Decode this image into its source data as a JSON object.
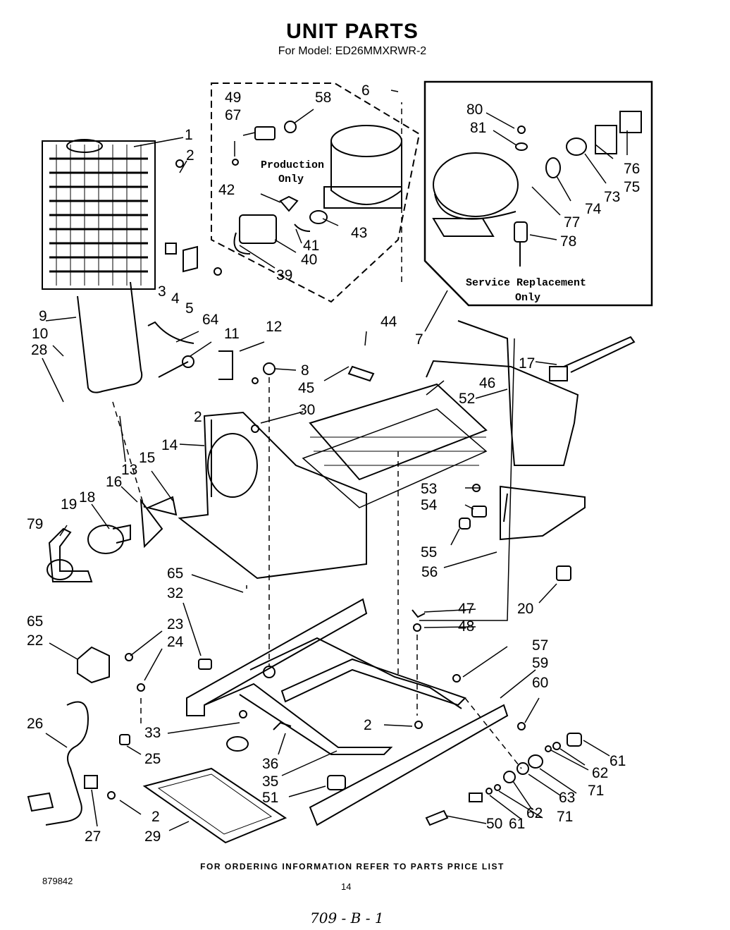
{
  "header": {
    "title": "UNIT PARTS",
    "subtitle": "For Model: ED26MMXRWR-2"
  },
  "boxes": {
    "production_label": "Production",
    "production_label_2": "Only",
    "service_label": "Service Replacement",
    "service_label_2": "Only"
  },
  "callouts": [
    {
      "id": "c1",
      "label": "1"
    },
    {
      "id": "c2a",
      "label": "2"
    },
    {
      "id": "c3",
      "label": "3"
    },
    {
      "id": "c4",
      "label": "4"
    },
    {
      "id": "c5",
      "label": "5"
    },
    {
      "id": "c6",
      "label": "6"
    },
    {
      "id": "c7",
      "label": "7"
    },
    {
      "id": "c8",
      "label": "8"
    },
    {
      "id": "c9",
      "label": "9"
    },
    {
      "id": "c10",
      "label": "10"
    },
    {
      "id": "c11",
      "label": "11"
    },
    {
      "id": "c12",
      "label": "12"
    },
    {
      "id": "c13",
      "label": "13"
    },
    {
      "id": "c14",
      "label": "14"
    },
    {
      "id": "c15",
      "label": "15"
    },
    {
      "id": "c16",
      "label": "16"
    },
    {
      "id": "c17",
      "label": "17"
    },
    {
      "id": "c18",
      "label": "18"
    },
    {
      "id": "c19",
      "label": "19"
    },
    {
      "id": "c20",
      "label": "20"
    },
    {
      "id": "c22",
      "label": "22"
    },
    {
      "id": "c23",
      "label": "23"
    },
    {
      "id": "c24",
      "label": "24"
    },
    {
      "id": "c25",
      "label": "25"
    },
    {
      "id": "c26",
      "label": "26"
    },
    {
      "id": "c27",
      "label": "27"
    },
    {
      "id": "c28",
      "label": "28"
    },
    {
      "id": "c29",
      "label": "29"
    },
    {
      "id": "c30",
      "label": "30"
    },
    {
      "id": "c32",
      "label": "32"
    },
    {
      "id": "c33",
      "label": "33"
    },
    {
      "id": "c35",
      "label": "35"
    },
    {
      "id": "c36",
      "label": "36"
    },
    {
      "id": "c39",
      "label": "39"
    },
    {
      "id": "c40",
      "label": "40"
    },
    {
      "id": "c41",
      "label": "41"
    },
    {
      "id": "c42",
      "label": "42"
    },
    {
      "id": "c43",
      "label": "43"
    },
    {
      "id": "c44",
      "label": "44"
    },
    {
      "id": "c45",
      "label": "45"
    },
    {
      "id": "c46",
      "label": "46"
    },
    {
      "id": "c47",
      "label": "47"
    },
    {
      "id": "c48",
      "label": "48"
    },
    {
      "id": "c49",
      "label": "49"
    },
    {
      "id": "c50",
      "label": "50"
    },
    {
      "id": "c51",
      "label": "51"
    },
    {
      "id": "c52",
      "label": "52"
    },
    {
      "id": "c53",
      "label": "53"
    },
    {
      "id": "c54",
      "label": "54"
    },
    {
      "id": "c55",
      "label": "55"
    },
    {
      "id": "c56",
      "label": "56"
    },
    {
      "id": "c57",
      "label": "57"
    },
    {
      "id": "c58",
      "label": "58"
    },
    {
      "id": "c59",
      "label": "59"
    },
    {
      "id": "c60",
      "label": "60"
    },
    {
      "id": "c61a",
      "label": "61"
    },
    {
      "id": "c61b",
      "label": "61"
    },
    {
      "id": "c62a",
      "label": "62"
    },
    {
      "id": "c62b",
      "label": "62"
    },
    {
      "id": "c63",
      "label": "63"
    },
    {
      "id": "c64",
      "label": "64"
    },
    {
      "id": "c65a",
      "label": "65"
    },
    {
      "id": "c65b",
      "label": "65"
    },
    {
      "id": "c67",
      "label": "67"
    },
    {
      "id": "c71a",
      "label": "71"
    },
    {
      "id": "c71b",
      "label": "71"
    },
    {
      "id": "c73",
      "label": "73"
    },
    {
      "id": "c74",
      "label": "74"
    },
    {
      "id": "c75",
      "label": "75"
    },
    {
      "id": "c76",
      "label": "76"
    },
    {
      "id": "c77",
      "label": "77"
    },
    {
      "id": "c78",
      "label": "78"
    },
    {
      "id": "c79",
      "label": "79"
    },
    {
      "id": "c80",
      "label": "80"
    },
    {
      "id": "c81",
      "label": "81"
    },
    {
      "id": "c2b",
      "label": "2"
    },
    {
      "id": "c2c",
      "label": "2"
    },
    {
      "id": "c2d",
      "label": "2"
    }
  ],
  "footer": {
    "ordering_note": "FOR ORDERING INFORMATION REFER TO PARTS PRICE LIST",
    "doc_number": "879842",
    "page_number": "14",
    "handwritten": "709 - B - 1"
  }
}
